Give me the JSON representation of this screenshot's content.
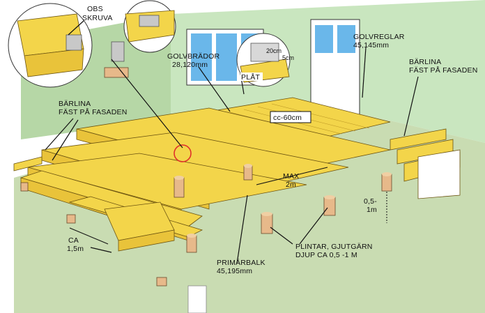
{
  "labels": {
    "obs_skruva": [
      "OBS",
      "SKRUVA"
    ],
    "golvbradar": [
      "GOLVBRÄDOR",
      "28,120mm"
    ],
    "plat": "PLÅT",
    "dim_20cm": "20cm",
    "dim_5cm": "5cm",
    "golvreglar": [
      "GOLVREGLAR",
      "45,145mm"
    ],
    "barlina_right": [
      "BÄRLINA",
      "FÄST PÅ FASADEN"
    ],
    "barlina_left": [
      "BÄRLINA",
      "FÄST PÅ FASADEN"
    ],
    "cc": "cc-60cm",
    "max": [
      "MAX",
      "2m"
    ],
    "height": [
      "0,5-",
      "1m"
    ],
    "ca": [
      "CA",
      "1,5m"
    ],
    "plintar": [
      "PLINTAR, GJUTGÄRN",
      "DJUP CA  0,5 -1 M"
    ],
    "primarbalk": [
      "PRIMÄRBALK",
      "45,195mm"
    ]
  },
  "colors": {
    "wood": "#f3d54a",
    "wall": "#c9e6bf",
    "ground": "#c9dcb2",
    "post": "#e7b98a",
    "highlight": "#e0302a"
  }
}
